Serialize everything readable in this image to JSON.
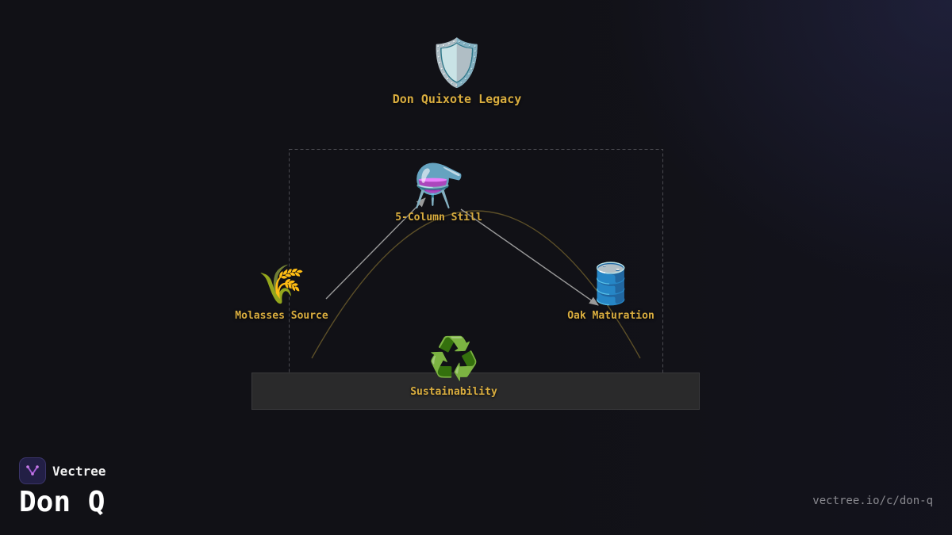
{
  "diagram": {
    "top": {
      "icon": "shield-icon",
      "glyph": "🛡️",
      "label": "Don Quixote Legacy"
    },
    "nodes": {
      "still": {
        "icon": "alembic-icon",
        "glyph": "⚗️",
        "label": "5-Column Still"
      },
      "molasses": {
        "icon": "sheaf-of-rice-icon",
        "glyph": "🌾",
        "label": "Molasses Source"
      },
      "oak": {
        "icon": "barrel-icon",
        "glyph": "🛢️",
        "label": "Oak Maturation"
      },
      "sustain": {
        "icon": "recycle-icon",
        "glyph": "♻️",
        "label": "Sustainability"
      }
    },
    "colors": {
      "label": "#d9ad3f",
      "arrow": "#9a9a9a",
      "curve": "#5c4f28",
      "dashed_box": "#4a4a50",
      "base_bar": "#2a2a2b"
    }
  },
  "brand": {
    "name": "Vectree",
    "icon": "vectree-logo-icon",
    "title": "Don Q"
  },
  "footer": {
    "url": "vectree.io/c/don-q"
  }
}
